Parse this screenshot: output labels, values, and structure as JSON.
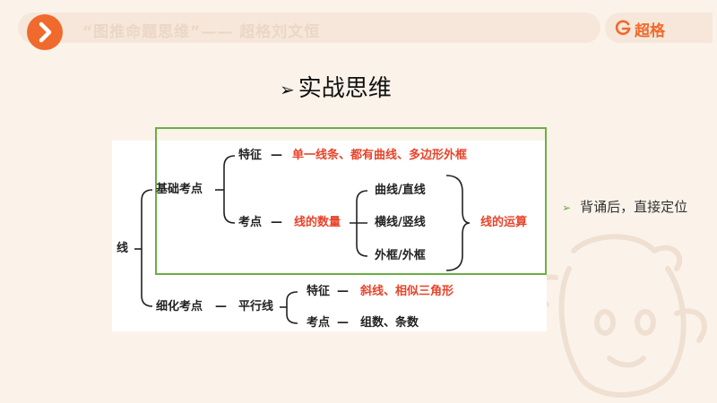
{
  "header": {
    "title": "“图推命题思维”—— 超格刘文恒",
    "logo_text": "超格",
    "accent": "#ef6a2c"
  },
  "slide": {
    "title": "实战思维",
    "title_arrow": "➢",
    "note_bullet": "➢",
    "note": "背诵后，直接定位"
  },
  "diagram": {
    "root": "线",
    "basic": "基础考点",
    "feature": "特征",
    "feature_dash": "—",
    "feature_values": "单一线条、都有曲线、多边形外框",
    "exam": "考点",
    "exam_dash": "—",
    "line_count": "线的数量",
    "types": [
      "曲线/直线",
      "横线/竖线",
      "外框/外框"
    ],
    "line_calc": "线的运算",
    "detail": "细化考点",
    "detail_dash": "—",
    "parallel": "平行线",
    "par_feature": "特征",
    "par_feature_dash": "—",
    "par_feature_values": "斜线、相似三角形",
    "par_exam": "考点",
    "par_exam_dash": "—",
    "par_exam_values": "组数、条数",
    "highlight_color": "#6ab043",
    "emphasis_color": "#e8432a"
  }
}
